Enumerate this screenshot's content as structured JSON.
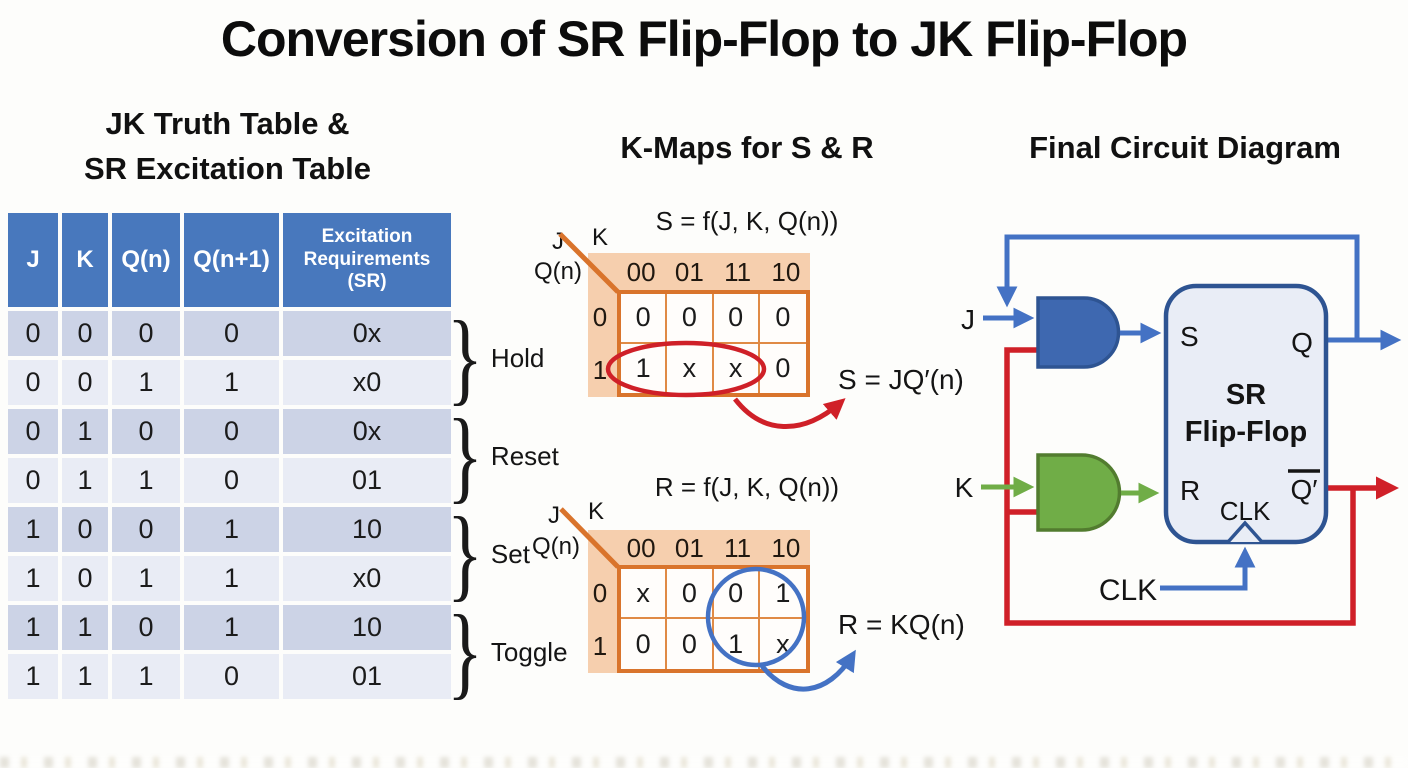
{
  "title": "Conversion of SR Flip-Flop to JK Flip-Flop",
  "truth_table": {
    "heading_line1": "JK Truth Table &",
    "heading_line2": "SR Excitation Table",
    "columns": [
      "J",
      "K",
      "Q(n)",
      "Q(n+1)",
      "Excitation Requirements (SR)"
    ],
    "rows": [
      [
        "0",
        "0",
        "0",
        "0",
        "0x"
      ],
      [
        "0",
        "0",
        "1",
        "1",
        "x0"
      ],
      [
        "0",
        "1",
        "0",
        "0",
        "0x"
      ],
      [
        "0",
        "1",
        "1",
        "0",
        "01"
      ],
      [
        "1",
        "0",
        "0",
        "1",
        "10"
      ],
      [
        "1",
        "0",
        "1",
        "1",
        "x0"
      ],
      [
        "1",
        "1",
        "0",
        "1",
        "10"
      ],
      [
        "1",
        "1",
        "1",
        "0",
        "01"
      ]
    ],
    "groups": [
      "Hold",
      "Reset",
      "Set",
      "Toggle"
    ],
    "brace_glyph": "}"
  },
  "kmaps": {
    "heading": "K-Maps for S & R",
    "s_map": {
      "title": "S = f(J, K, Q(n))",
      "corner_left": "J",
      "corner_right": "K",
      "corner_bottom": "Q(n)",
      "col_headers": [
        "00",
        "01",
        "11",
        "10"
      ],
      "row_headers": [
        "0",
        "1"
      ],
      "cells": [
        [
          "0",
          "0",
          "0",
          "0"
        ],
        [
          "1",
          "x",
          "x",
          "0"
        ]
      ],
      "result": "S = JQ′(n)"
    },
    "r_map": {
      "title": "R = f(J, K, Q(n))",
      "corner_left": "J",
      "corner_right": "K",
      "corner_bottom": "Q(n)",
      "col_headers": [
        "00",
        "01",
        "11",
        "10"
      ],
      "row_headers": [
        "0",
        "1"
      ],
      "cells": [
        [
          "x",
          "0",
          "0",
          "1"
        ],
        [
          "0",
          "0",
          "1",
          "x"
        ]
      ],
      "result": "R = KQ(n)"
    }
  },
  "circuit": {
    "heading": "Final Circuit Diagram",
    "input_j": "J",
    "input_k": "K",
    "input_clk": "CLK",
    "pin_s": "S",
    "pin_r": "R",
    "pin_q": "Q",
    "pin_q_bar": "Q′",
    "pin_clk_inner": "CLK",
    "box_line1": "SR",
    "box_line2": "Flip-Flop"
  },
  "colors": {
    "table_header_blue": "#4878bd",
    "row_dark": "#ccd3e6",
    "row_light": "#e9ecf5",
    "kmap_band_orange": "#f6cfae",
    "kmap_border_orange": "#d9742c",
    "wire_red": "#d02028",
    "wire_blue": "#4472c4",
    "wire_green": "#70ad47",
    "box_navy": "#2e5492",
    "box_fill": "#e9edf6"
  }
}
